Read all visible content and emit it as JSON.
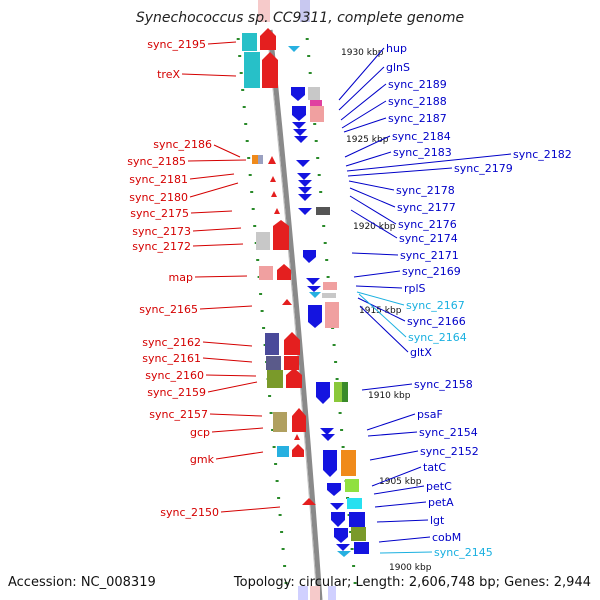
{
  "header": {
    "title": "Synechococcus sp. CC9311, complete genome"
  },
  "footer": {
    "accession": "Accession: NC_008319",
    "topology": "Topology: circular; Length: 2,606,748 bp; Genes: 2,944"
  },
  "colors": {
    "left_label": "#d40000",
    "right_label": "#0000c8",
    "rna_label": "#1ab0e0",
    "axis": "#8a8a8a",
    "tick": "#2a8a2a"
  },
  "scale_marks": [
    {
      "text": "1930 kbp"
    },
    {
      "text": "1925 kbp"
    },
    {
      "text": "1920 kbp"
    },
    {
      "text": "1915 kbp"
    },
    {
      "text": "1910 kbp"
    },
    {
      "text": "1905 kbp"
    },
    {
      "text": "1900 kbp"
    }
  ],
  "left_labels": [
    {
      "text": "sync_2195"
    },
    {
      "text": "treX"
    },
    {
      "text": "sync_2186"
    },
    {
      "text": "sync_2185"
    },
    {
      "text": "sync_2181"
    },
    {
      "text": "sync_2180"
    },
    {
      "text": "sync_2175"
    },
    {
      "text": "sync_2173"
    },
    {
      "text": "sync_2172"
    },
    {
      "text": "map"
    },
    {
      "text": "sync_2165"
    },
    {
      "text": "sync_2162"
    },
    {
      "text": "sync_2161"
    },
    {
      "text": "sync_2160"
    },
    {
      "text": "sync_2159"
    },
    {
      "text": "sync_2157"
    },
    {
      "text": "gcp"
    },
    {
      "text": "gmk"
    },
    {
      "text": "sync_2150"
    }
  ],
  "right_labels": [
    {
      "text": "hup"
    },
    {
      "text": "glnS"
    },
    {
      "text": "sync_2189"
    },
    {
      "text": "sync_2188"
    },
    {
      "text": "sync_2187"
    },
    {
      "text": "sync_2184"
    },
    {
      "text": "sync_2183"
    },
    {
      "text": "sync_2182"
    },
    {
      "text": "sync_2179"
    },
    {
      "text": "sync_2178"
    },
    {
      "text": "sync_2177"
    },
    {
      "text": "sync_2176"
    },
    {
      "text": "sync_2174"
    },
    {
      "text": "sync_2171"
    },
    {
      "text": "sync_2169"
    },
    {
      "text": "rplS"
    },
    {
      "text": "sync_2167"
    },
    {
      "text": "sync_2166"
    },
    {
      "text": "sync_2164"
    },
    {
      "text": "gltX"
    },
    {
      "text": "sync_2158"
    },
    {
      "text": "psaF"
    },
    {
      "text": "sync_2154"
    },
    {
      "text": "sync_2152"
    },
    {
      "text": "tatC"
    },
    {
      "text": "petC"
    },
    {
      "text": "petA"
    },
    {
      "text": "lgt"
    },
    {
      "text": "cobM"
    },
    {
      "text": "sync_2145"
    }
  ]
}
